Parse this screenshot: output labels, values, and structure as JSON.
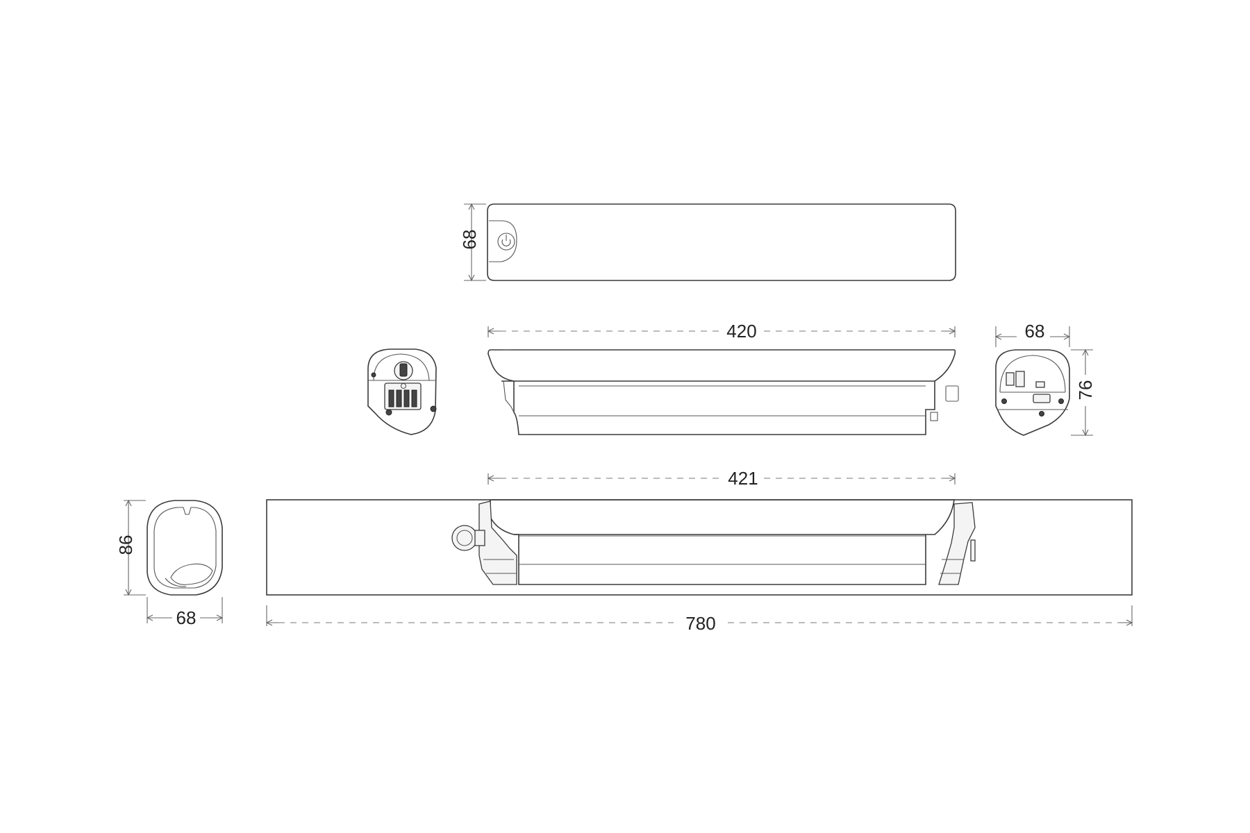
{
  "dimensions": {
    "top_height": "68",
    "side_length": "420",
    "end_width": "68",
    "end_height": "76",
    "mount_length": "421",
    "profile_height": "86",
    "profile_width": "68",
    "overall_length": "780"
  },
  "colors": {
    "line": "#3a3a3a",
    "dimension": "#666666",
    "background": "#ffffff"
  }
}
